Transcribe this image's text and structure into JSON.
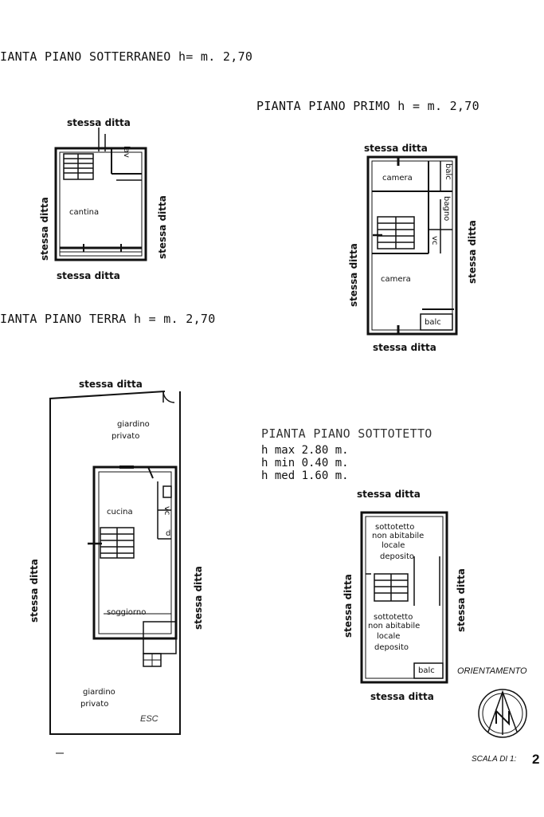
{
  "basement": {
    "title": "IANTA PIANO SOTTERRANEO h= m. 2,70",
    "top": "stessa ditta",
    "bottom": "stessa ditta",
    "left": "stessa ditta",
    "right": "stessa ditta",
    "room_main": "cantina",
    "room_lav": "lav"
  },
  "first": {
    "title": "PIANTA PIANO PRIMO h = m. 2,70",
    "top": "stessa ditta",
    "bottom": "stessa ditta",
    "left": "stessa ditta",
    "right": "stessa ditta",
    "room_camera_top": "camera",
    "room_camera_bottom": "camera",
    "room_bagno": "bagno",
    "room_vc": "vc",
    "room_balc_top": "balc",
    "room_balc_bottom": "balc"
  },
  "ground": {
    "title": "IANTA PIANO TERRA h = m. 2,70",
    "top": "stessa ditta",
    "left": "stessa ditta",
    "right": "stessa ditta",
    "garden_top_1": "giardino",
    "garden_top_2": "privato",
    "garden_bottom_1": "giardino",
    "garden_bottom_2": "privato",
    "room_cucina": "cucina",
    "room_soggiorno": "soggiorno",
    "room_vc": "vc",
    "room_d": "d",
    "mark": "ESC"
  },
  "attic": {
    "title": "PIANTA PIANO SOTTOTETTO",
    "hmax": "h max 2.80 m.",
    "hmin": "h min  0.40 m.",
    "hmed": "h med  1.60 m.",
    "top": "stessa ditta",
    "bottom": "stessa ditta",
    "left": "stessa ditta",
    "right": "stessa ditta",
    "upper_1": "sottotetto",
    "upper_2": "non abitabile",
    "upper_3": "locale",
    "upper_4": "deposito",
    "lower_1": "sottotetto",
    "lower_2": "non abitabile",
    "lower_3": "locale",
    "lower_4": "deposito",
    "balc": "balc"
  },
  "orientation_label": "ORIENTAMENTO",
  "scale_label": "SCALA DI 1:",
  "page_number": "2"
}
